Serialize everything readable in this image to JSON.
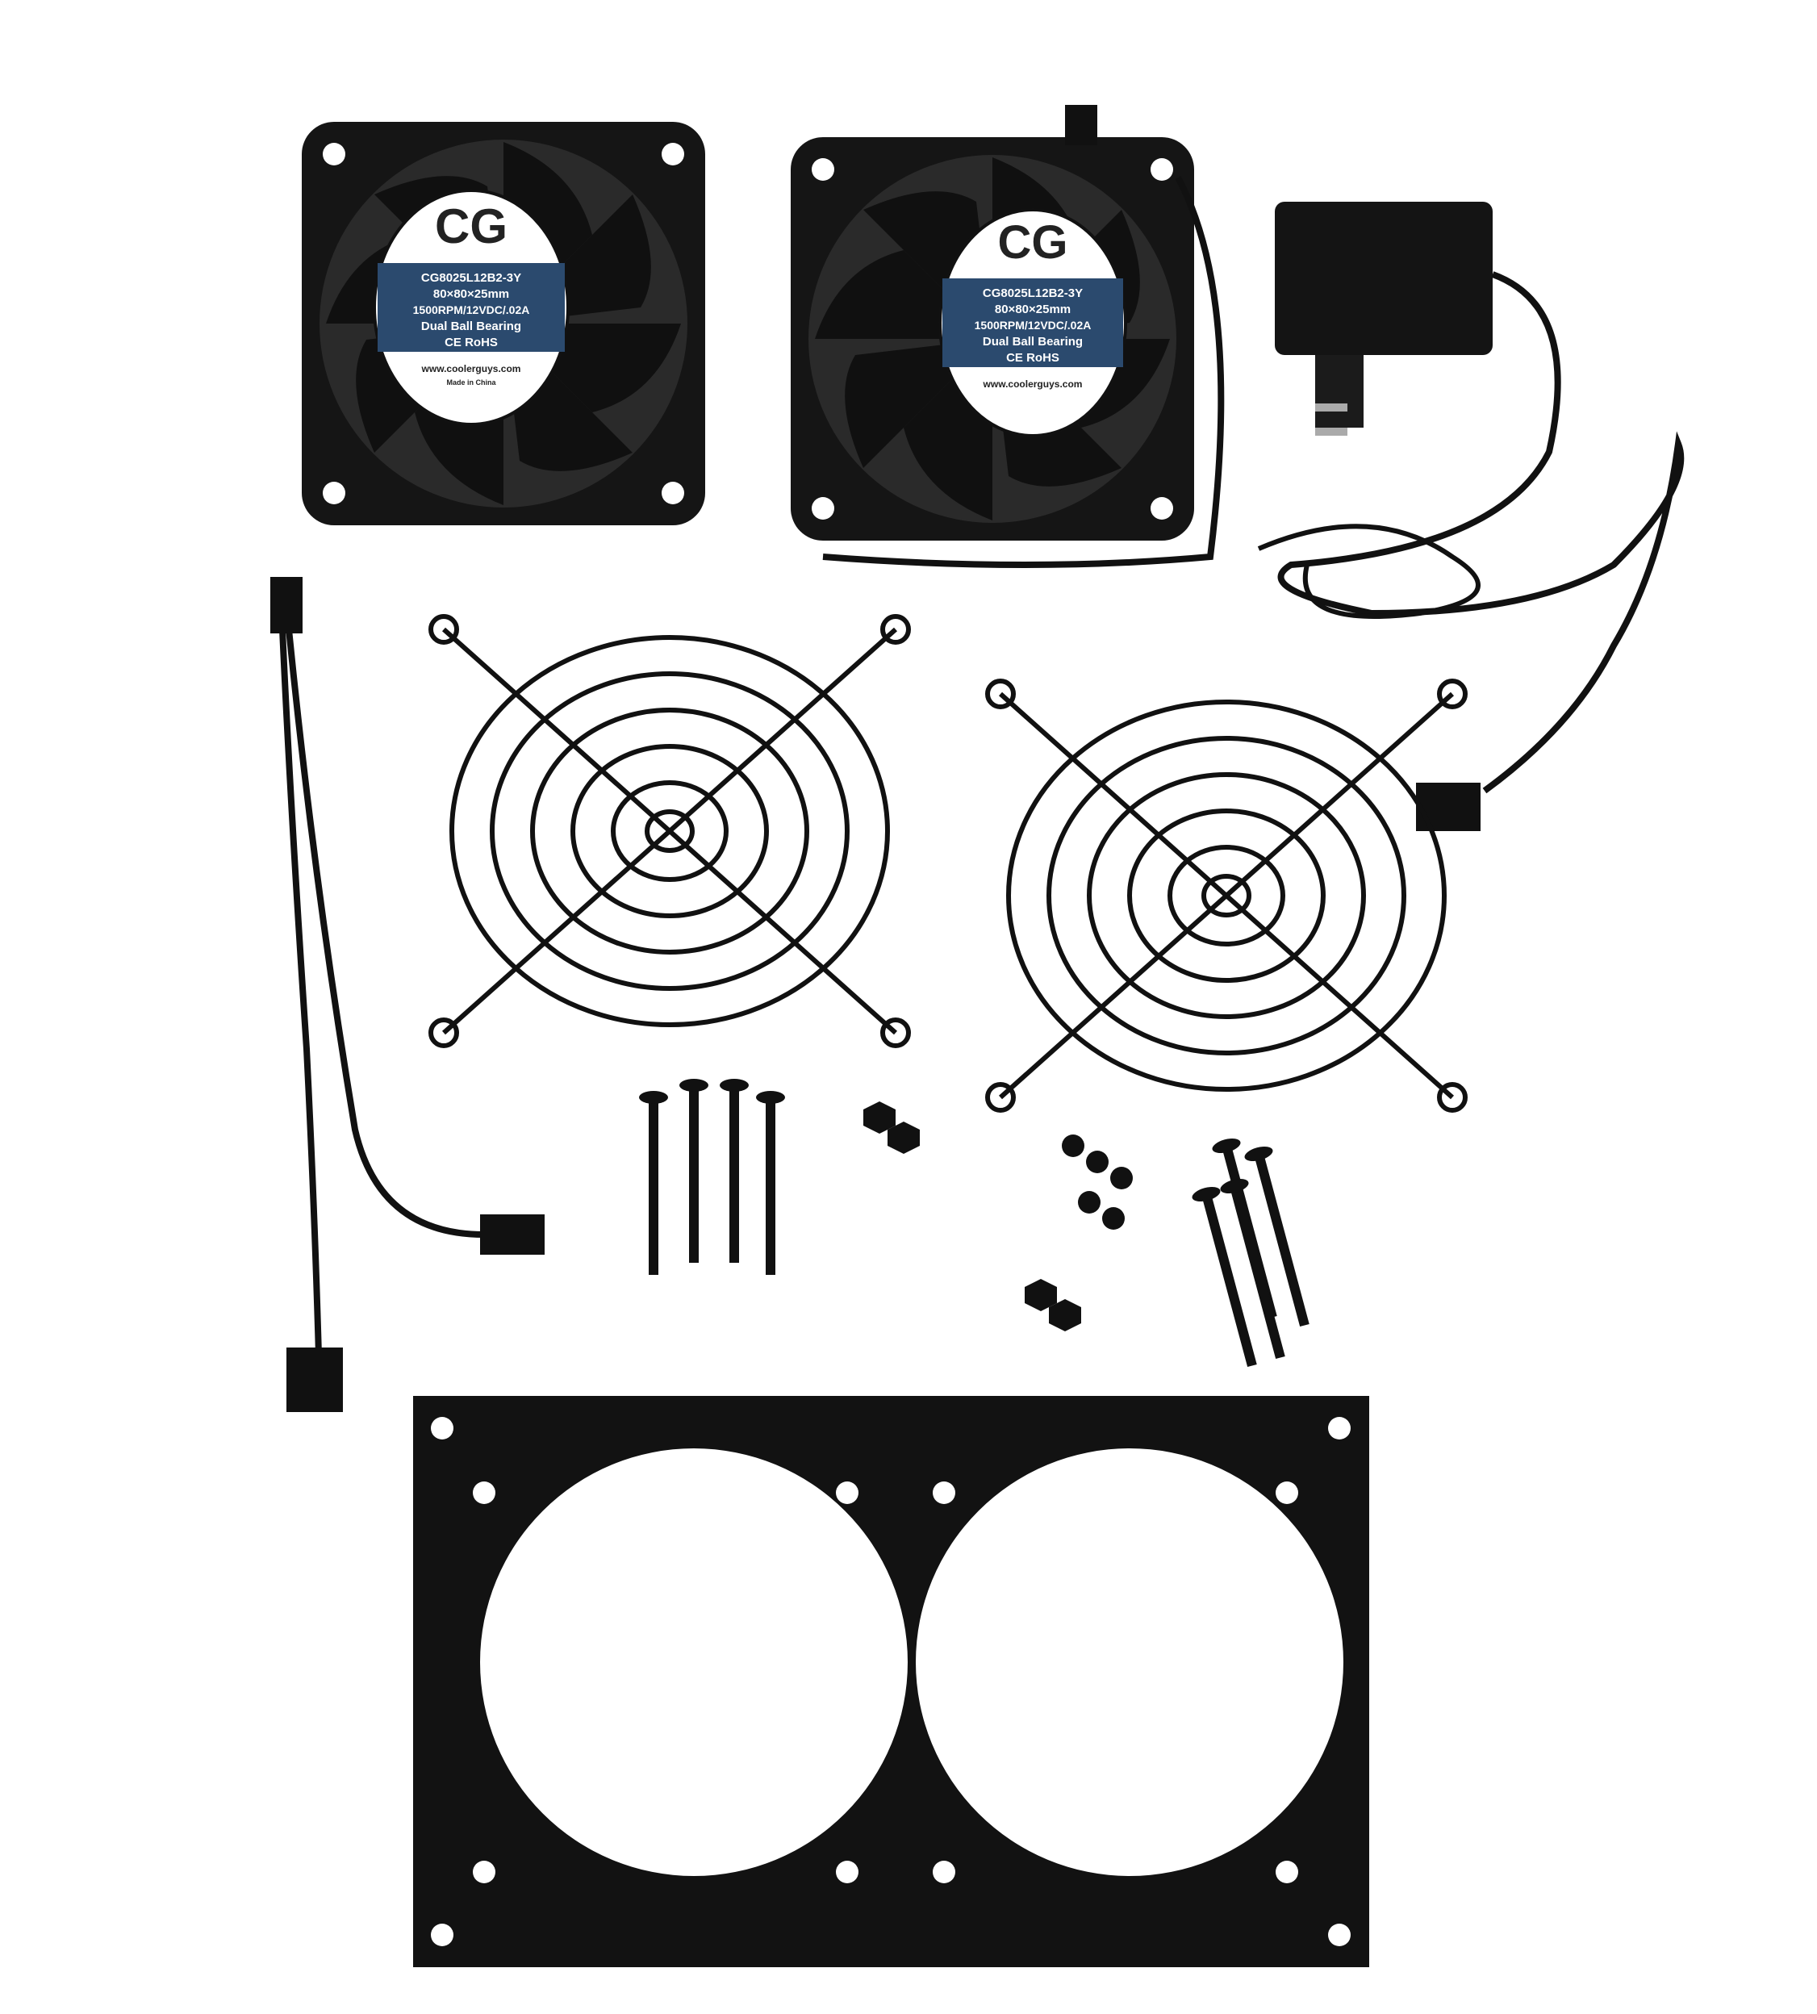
{
  "fan_label": {
    "logo": "CG",
    "model": "CG8025L12B2-3Y",
    "size": "80×80×25mm",
    "spec": "1500RPM/12VDC/.02A",
    "bearing": "Dual Ball Bearing",
    "cert": "CE RoHS",
    "url": "www.coolerguys.com",
    "origin": "Made in China"
  },
  "colors": {
    "background": "#ffffff",
    "hardware": "#111111",
    "label_band": "#2b4a6e"
  }
}
